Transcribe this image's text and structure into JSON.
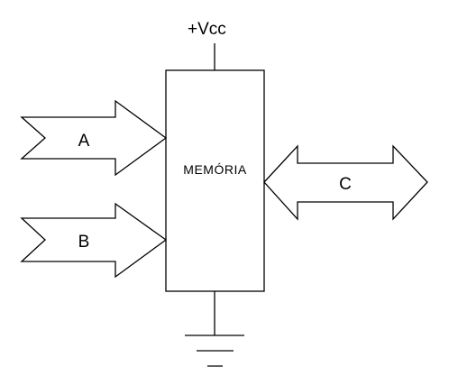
{
  "diagram": {
    "supply_label": "+Vcc",
    "block_label": "MEMÓRIA",
    "input_a_label": "A",
    "input_b_label": "B",
    "bus_c_label": "C"
  }
}
